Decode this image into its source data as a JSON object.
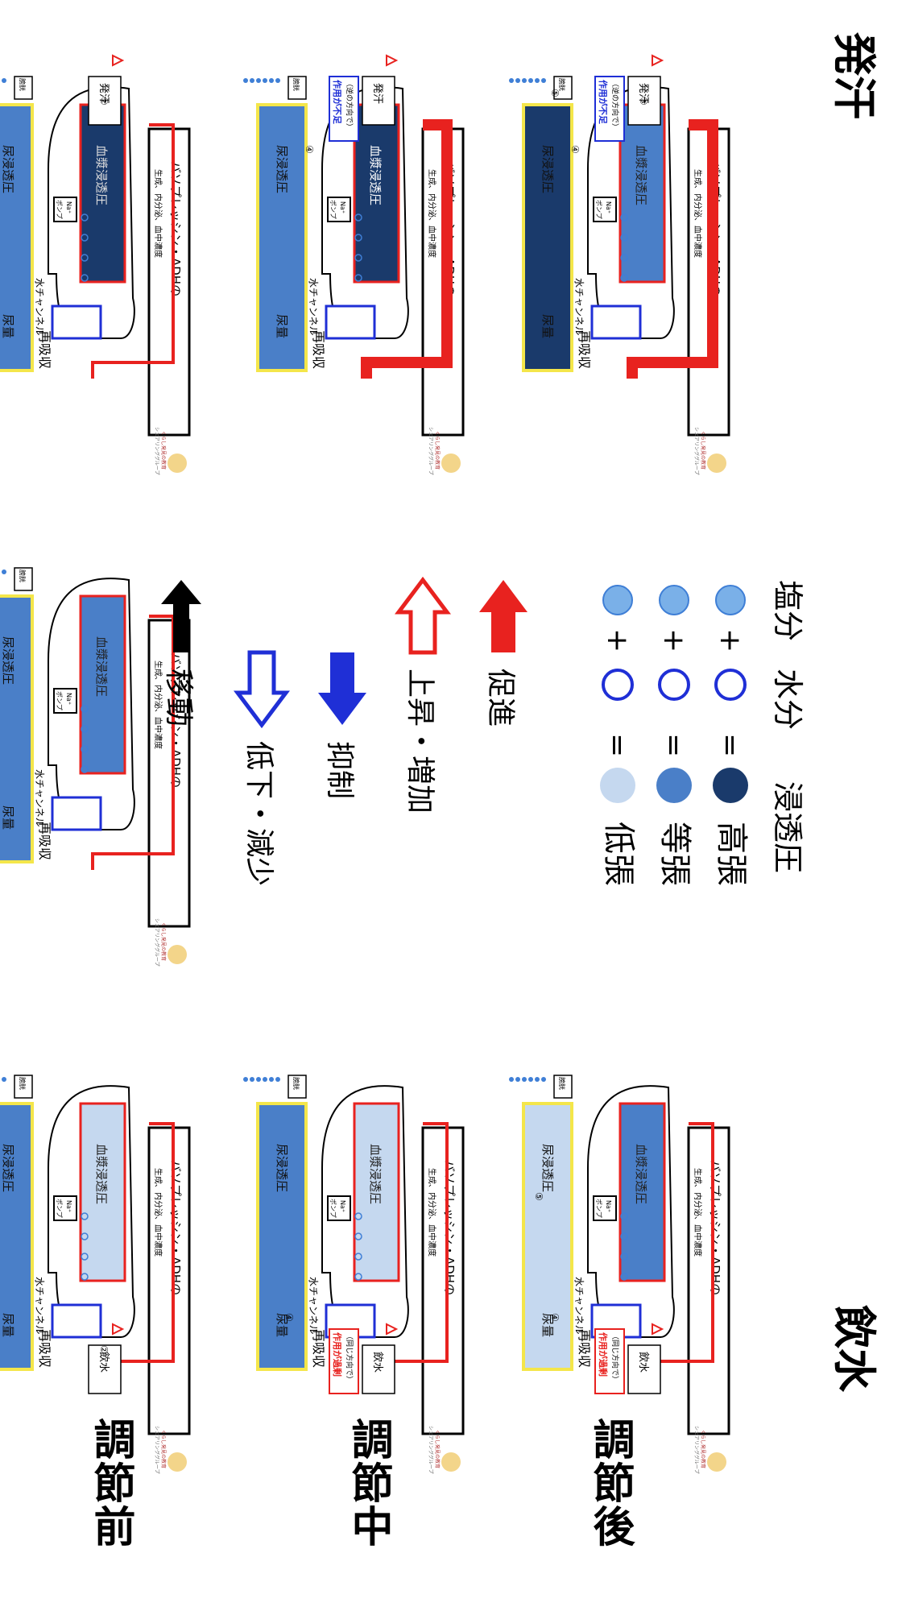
{
  "columns": {
    "sweat": "発汗",
    "drink": "飲水"
  },
  "rows": {
    "before": "調節前",
    "during": "調節中",
    "after": "調節後"
  },
  "panel_labels": {
    "hormone_box_line1": "バソプレッシン・ADHの",
    "hormone_box_line2": "生成、内分泌、血中濃度",
    "plasma": "血漿浸透圧",
    "water_channel": "水チャンネル",
    "reabsorption": "再吸収",
    "urine_osm": "尿浸透圧",
    "urine_volume": "尿量",
    "na_pump_1": "Na⁺",
    "na_pump_2": "ポンプ",
    "bladder": "膀胱",
    "sweat_label": "発汗",
    "drink_label": "飲水",
    "group_line1": "くらし発見の教育",
    "group_line2": "シェアリンググループ",
    "note_opposite": "（逆の方向で）",
    "note_same": "（同じ方向で）",
    "insufficient": "作用が不足",
    "excessive": "作用が過剰",
    "num2": "②",
    "num3": "③",
    "num4": "④",
    "num5": "⑤",
    "num1": "1"
  },
  "legend": {
    "salt": "塩分",
    "water": "水分",
    "osm": "浸透圧",
    "plus": "+",
    "equals": "=",
    "high": "高張",
    "iso": "等張",
    "low": "低張",
    "promote": "促進",
    "increase": "上昇・増加",
    "inhibit": "抑制",
    "decrease": "低下・減少",
    "move": "移動"
  },
  "colors": {
    "high": "#1a3a6b",
    "iso": "#4a7fc8",
    "low": "#c5d8ef",
    "red": "#e8221f",
    "blue": "#1f2fd6",
    "yellow": "#f4e64a"
  }
}
